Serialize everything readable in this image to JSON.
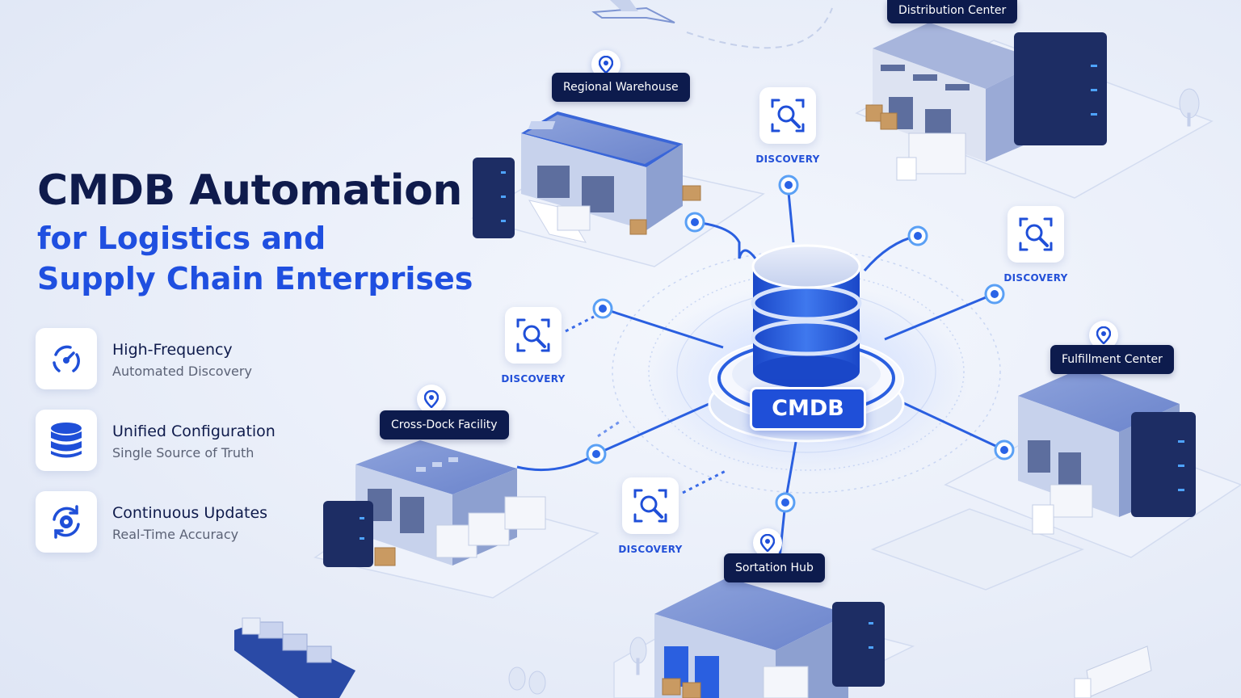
{
  "title": {
    "main": "CMDB Automation",
    "sub_line1": "for Logistics and",
    "sub_line2": "Supply Chain Enterprises"
  },
  "features": [
    {
      "title": "High-Frequency",
      "desc": "Automated Discovery",
      "icon": "radar-icon"
    },
    {
      "title": "Unified Configuration",
      "desc": "Single Source of Truth",
      "icon": "database-icon"
    },
    {
      "title": "Continuous Updates",
      "desc": "Real-Time Accuracy",
      "icon": "gear-refresh-icon"
    }
  ],
  "hub": {
    "label": "CMDB"
  },
  "nodes": {
    "regional_warehouse": "Regional Warehouse",
    "distribution_center": "Distribution Center",
    "fulfillment_center": "Fulfillment Center",
    "cross_dock_facility": "Cross-Dock Facility",
    "sortation_hub": "Sortation Hub"
  },
  "discovery_label": "DISCOVERY",
  "colors": {
    "navy": "#0d1b4d",
    "accent": "#1f4fd8",
    "accent_light": "#3d7cf0",
    "background": "#e9eef9"
  }
}
